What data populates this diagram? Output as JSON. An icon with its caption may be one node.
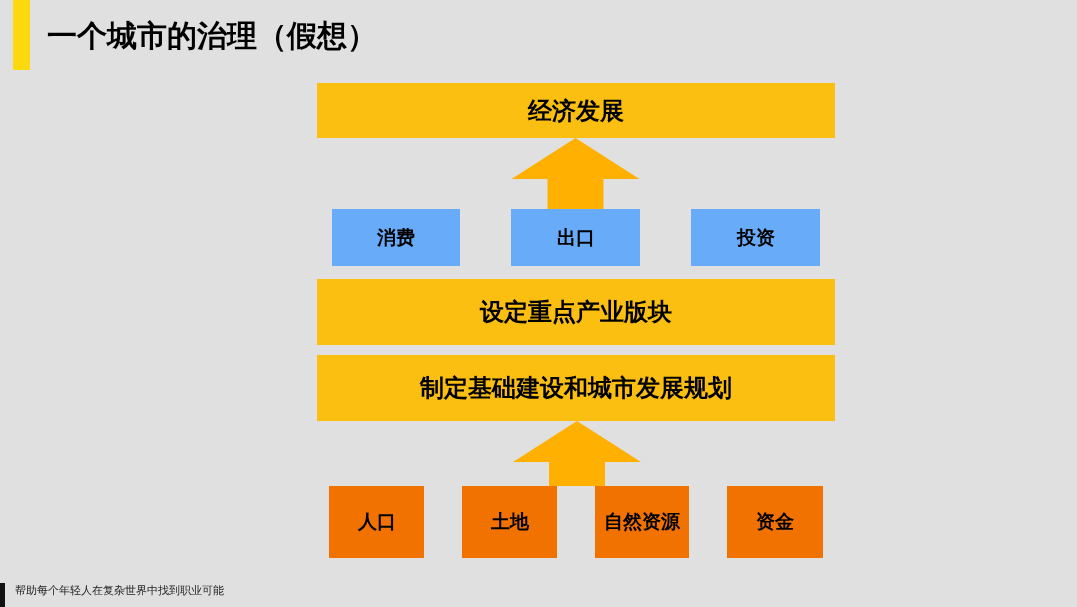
{
  "diagram": {
    "title": "一个城市的治理（假想）",
    "nodes": [
      {
        "text": [
          "经济发展"
        ]
      },
      {
        "text": [
          "消费"
        ]
      },
      {
        "text": [
          "出口"
        ]
      },
      {
        "text": [
          "投资"
        ]
      },
      {
        "text": [
          "设定重点产业版块"
        ]
      },
      {
        "text": [
          "制定基础建设和城市发展规划"
        ]
      },
      {
        "text": [
          "人口"
        ]
      },
      {
        "text": [
          "土地"
        ]
      },
      {
        "text": [
          "自然资源"
        ]
      },
      {
        "text": [
          "资金"
        ]
      }
    ],
    "edges": [
      {
        "from": 2,
        "to": 0,
        "arrow": "to",
        "style": "thick"
      },
      {
        "from": null,
        "to": 5,
        "arrow": "to",
        "style": "thick"
      }
    ],
    "labels": [
      "帮助每个年轻人在复杂世界中找到职业可能"
    ]
  }
}
